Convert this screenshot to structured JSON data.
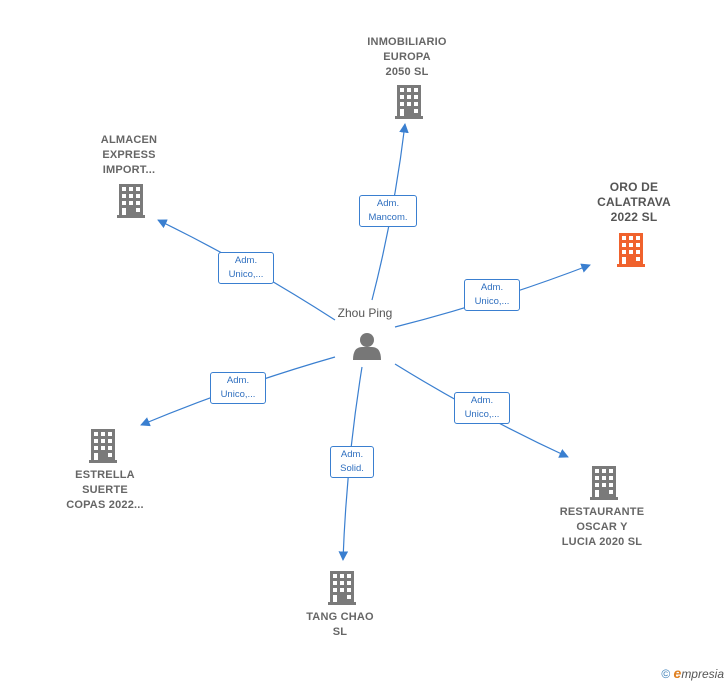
{
  "center": {
    "name": "Zhou Ping",
    "icon": "person-icon"
  },
  "companies": [
    {
      "id": "inmobiliario",
      "name": "INMOBILIARIO\nEUROPA\n2050  SL",
      "icon": "building-icon",
      "highlighted": false
    },
    {
      "id": "almacen",
      "name": "ALMACEN\nEXPRESS\nIMPORT...",
      "icon": "building-icon",
      "highlighted": false
    },
    {
      "id": "oro",
      "name": "ORO DE\nCALATRAVA\n2022  SL",
      "icon": "building-icon",
      "highlighted": true
    },
    {
      "id": "estrella",
      "name": "ESTRELLA\nSUERTE\nCOPAS 2022...",
      "icon": "building-icon",
      "highlighted": false
    },
    {
      "id": "tang",
      "name": "TANG CHAO\nSL",
      "icon": "building-icon",
      "highlighted": false
    },
    {
      "id": "restaurante",
      "name": "RESTAURANTE\nOSCAR Y\nLUCIA 2020  SL",
      "icon": "building-icon",
      "highlighted": false
    }
  ],
  "edges": [
    {
      "to": "inmobiliario",
      "label": "Adm.\nMancom."
    },
    {
      "to": "almacen",
      "label": "Adm.\nUnico,..."
    },
    {
      "to": "oro",
      "label": "Adm.\nUnico,..."
    },
    {
      "to": "estrella",
      "label": "Adm.\nUnico,..."
    },
    {
      "to": "tang",
      "label": "Adm.\nSolid."
    },
    {
      "to": "restaurante",
      "label": "Adm.\nUnico,..."
    }
  ],
  "colors": {
    "edge": "#3a7fd0",
    "building": "#7a7a7a",
    "highlight": "#f0622d",
    "person": "#777777"
  },
  "footer": {
    "copyright": "©",
    "brand_initial": "e",
    "brand_rest": "mpresia"
  }
}
